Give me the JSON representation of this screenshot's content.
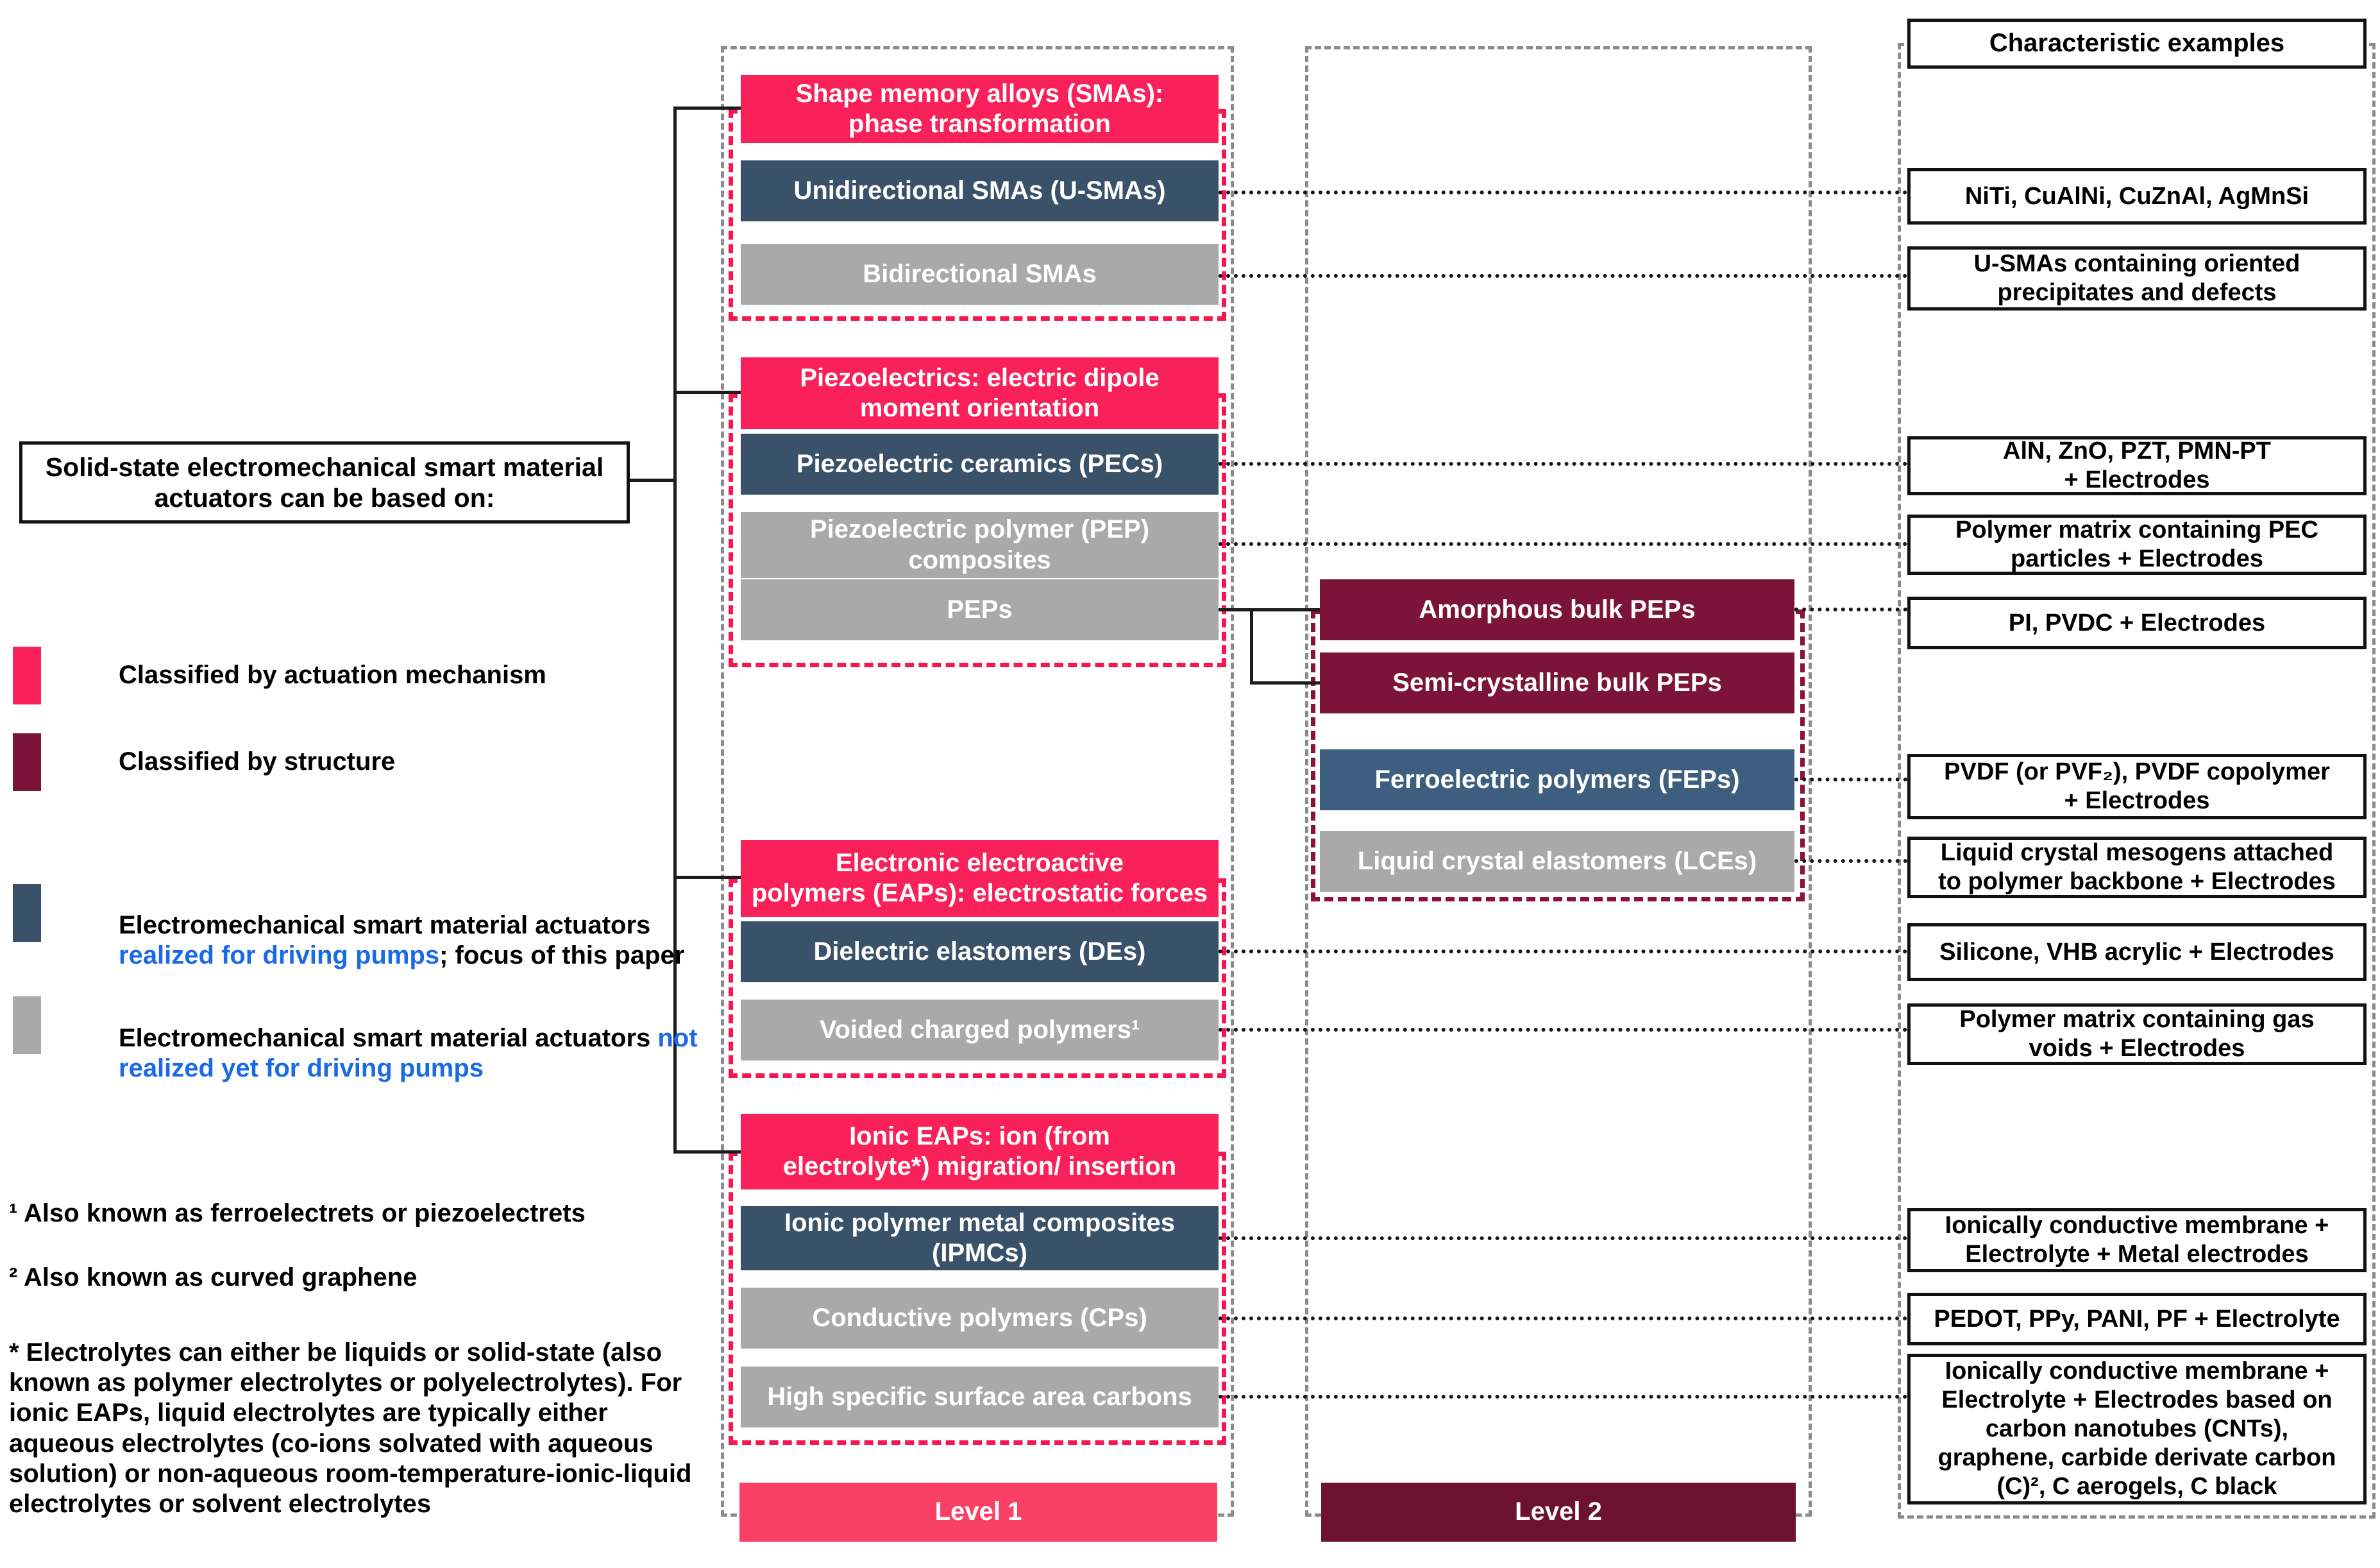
{
  "main_box": {
    "text": "Solid-state electromechanical smart material\nactuators can be based on:"
  },
  "legend": {
    "actuation": {
      "label": "Classified by actuation mechanism"
    },
    "structure": {
      "label": "Classified by structure"
    },
    "realized": {
      "pre": "Electromechanical smart material actuators ",
      "highlight": "realized for driving pumps",
      "post": "; focus of this paper"
    },
    "not_realized": {
      "pre": "Electromechanical smart material actuators ",
      "highlight": "not realized yet for driving pumps",
      "post": ""
    }
  },
  "footnotes": {
    "one": "¹ Also known as ferroelectrets or piezoelectrets",
    "two": "² Also known as curved graphene",
    "star": "* Electrolytes can either be liquids or solid-state (also known as polymer electrolytes or polyelectrolytes). For ionic EAPs, liquid electrolytes are typically either aqueous electrolytes (co-ions solvated with aqueous solution) or non-aqueous room-temperature-ionic-liquid electrolytes or solvent electrolytes"
  },
  "level1": {
    "label": "Level 1",
    "sma_header": "Shape memory alloys (SMAs):\nphase transformation",
    "u_smas": "Unidirectional SMAs (U-SMAs)",
    "bi_smas": "Bidirectional SMAs",
    "piezo_header": "Piezoelectrics: electric dipole\nmoment orientation",
    "pecs": "Piezoelectric ceramics (PECs)",
    "pep_composites": "Piezoelectric polymer (PEP)\ncomposites",
    "peps": "PEPs",
    "eap_header": "Electronic electroactive\npolymers (EAPs): electrostatic forces",
    "des": "Dielectric elastomers (DEs)",
    "voided": "Voided charged polymers¹",
    "ionic_header": "Ionic EAPs: ion (from\nelectrolyte*) migration/ insertion",
    "ipmcs": "Ionic polymer metal composites\n(IPMCs)",
    "cps": "Conductive polymers (CPs)",
    "carbons": "High specific surface area carbons"
  },
  "level2": {
    "label": "Level 2",
    "amorphous": "Amorphous bulk PEPs",
    "semi": "Semi-crystalline bulk PEPs",
    "feps": "Ferroelectric polymers (FEPs)",
    "lces": "Liquid crystal elastomers (LCEs)"
  },
  "examples": {
    "header": "Characteristic examples",
    "niti": "NiTi, CuAlNi, CuZnAl, AgMnSi",
    "usma_ex": "U-SMAs containing oriented\nprecipitates and defects",
    "aln": "AlN, ZnO, PZT, PMN-PT\n+ Electrodes",
    "pec_ex": "Polymer matrix containing PEC\nparticles + Electrodes",
    "pi_ex": "PI, PVDC + Electrodes",
    "pvdf": "PVDF (or PVF₂), PVDF copolymer\n+ Electrodes",
    "lce_ex": "Liquid crystal mesogens attached\nto polymer backbone + Electrodes",
    "silicone": "Silicone, VHB acrylic + Electrodes",
    "voided_ex": "Polymer matrix containing gas\nvoids + Electrodes",
    "ipmc_ex": "Ionically conductive membrane +\nElectrolyte + Metal electrodes",
    "pedot": "PEDOT, PPy, PANI, PF + Electrolyte",
    "carbon_ex": "Ionically conductive membrane +\nElectrolyte + Electrodes based on\ncarbon nanotubes (CNTs),\ngraphene, carbide derivate carbon\n(C)², C aerogels, C black"
  },
  "colors": {
    "pink": "#FA2059",
    "pink_light": "#FB4066",
    "maroon": "#7B1438",
    "maroon_dark": "#6C1130",
    "steel_blue": "#3A516A",
    "fep_blue": "#3D5E7F",
    "gray": "#A9A9A9",
    "red_dash": "#F6174F",
    "maroon_dash": "#8C1236",
    "gray_dash": "#8B8B8B",
    "link_blue": "#1A6AE5"
  }
}
